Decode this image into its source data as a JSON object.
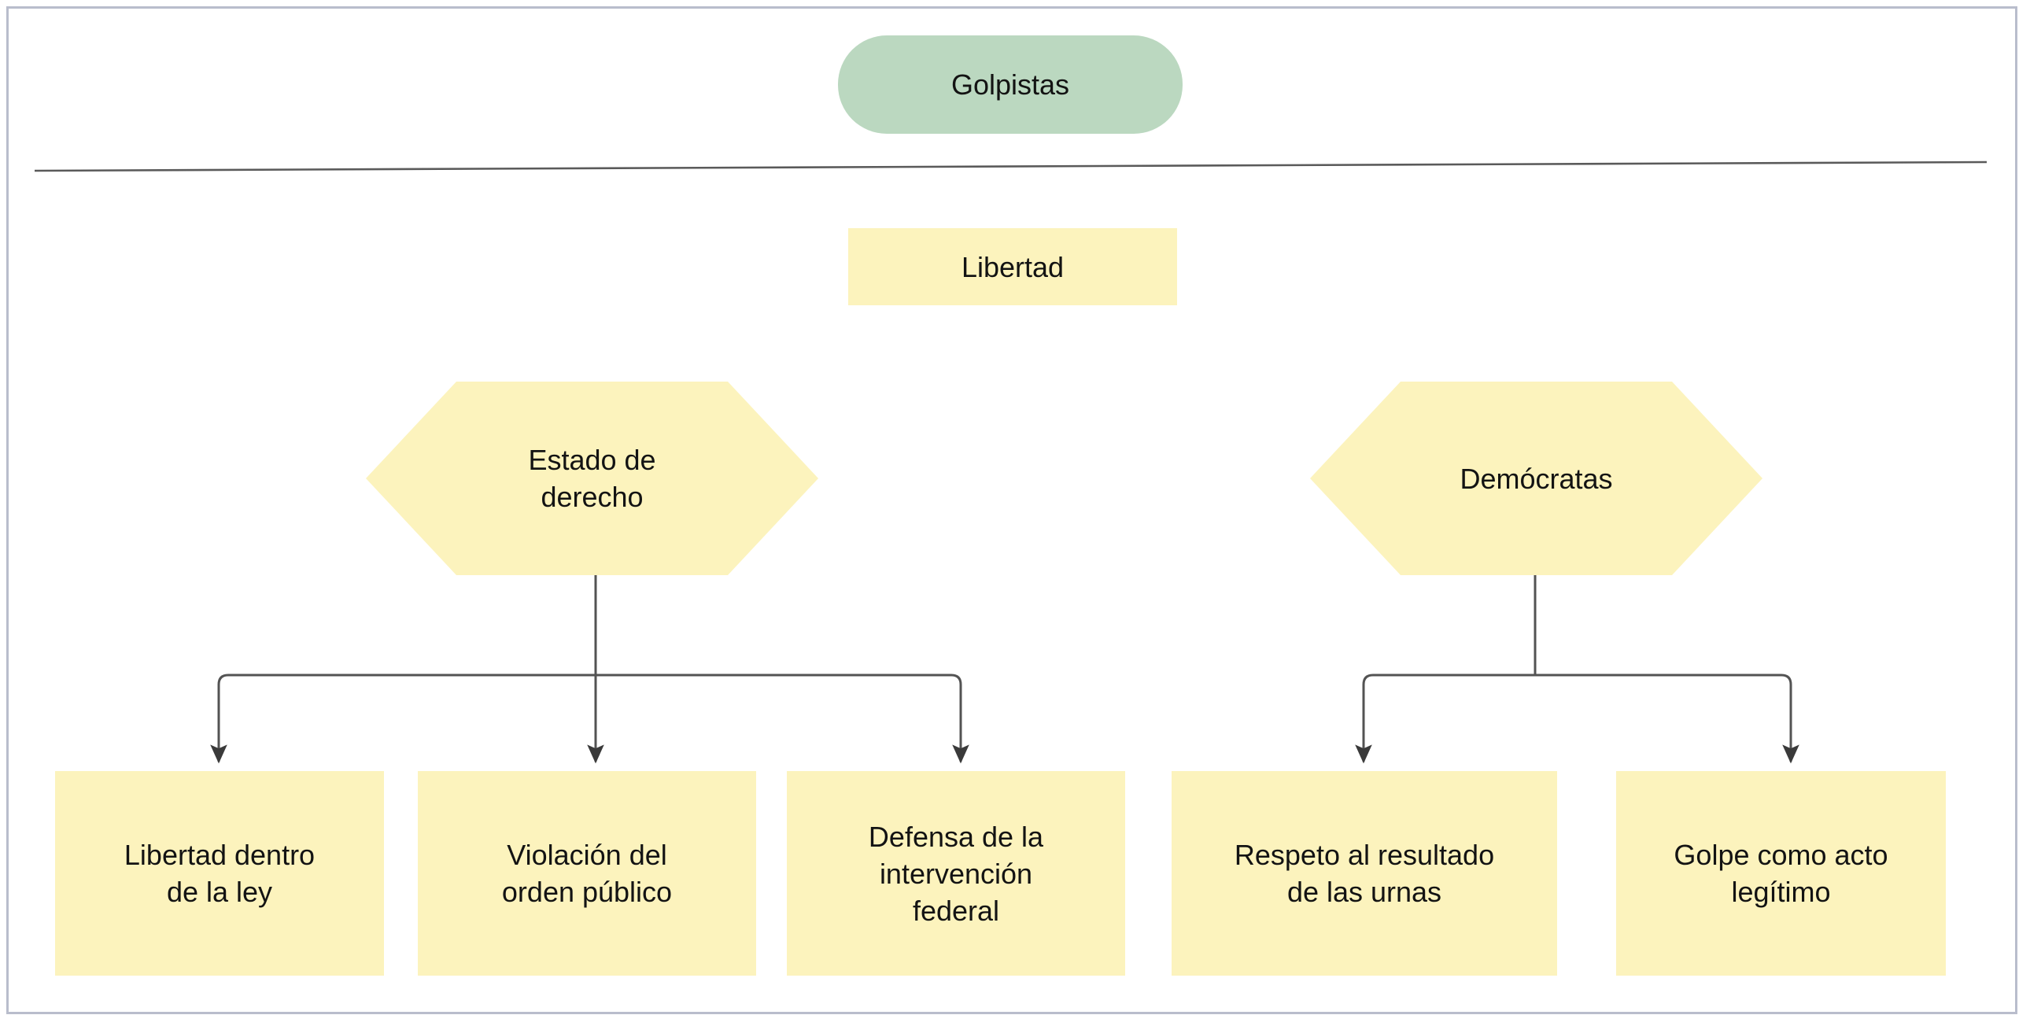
{
  "diagram": {
    "title_node": {
      "label": "Golpistas",
      "shape": "rounded-pill",
      "fill": "#bbd8c0"
    },
    "divider": {
      "name": "horizontal-rule",
      "color": "#5a5a5a"
    },
    "subtitle_node": {
      "label": "Libertad",
      "shape": "rectangle",
      "fill": "#fcf3bd"
    },
    "branches": [
      {
        "id": "estado-de-derecho",
        "label": "Estado de\nderecho",
        "shape": "hexagon",
        "fill": "#fcf3bd",
        "children": [
          {
            "id": "libertad-dentro-de-la-ley",
            "label": "Libertad dentro\nde la ley",
            "shape": "rectangle",
            "fill": "#fcf3bd"
          },
          {
            "id": "violacion-del-orden-publico",
            "label": "Violación del\norden público",
            "shape": "rectangle",
            "fill": "#fcf3bd"
          },
          {
            "id": "defensa-de-la-intervencion-federal",
            "label": "Defensa de la\nintervención\nfederal",
            "shape": "rectangle",
            "fill": "#fcf3bd"
          }
        ]
      },
      {
        "id": "democratas",
        "label": "Demócratas",
        "shape": "hexagon",
        "fill": "#fcf3bd",
        "children": [
          {
            "id": "respeto-al-resultado-de-las-urnas",
            "label": "Respeto al resultado\nde las urnas",
            "shape": "rectangle",
            "fill": "#fcf3bd"
          },
          {
            "id": "golpe-como-acto-legitimo",
            "label": "Golpe como acto\nlegítimo",
            "shape": "rectangle",
            "fill": "#fcf3bd"
          }
        ]
      }
    ],
    "colors": {
      "green_fill": "#bbd8c0",
      "yellow_fill": "#fcf3bd",
      "connector_stroke": "#535353",
      "frame_border": "#b9bdcc",
      "text": "#131313"
    }
  }
}
